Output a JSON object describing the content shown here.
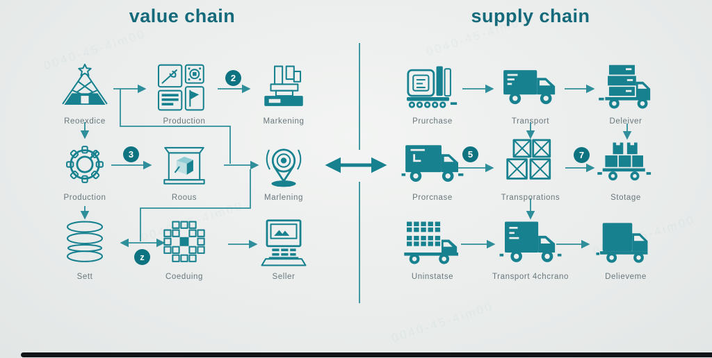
{
  "titles": {
    "left": "value chain",
    "right": "supply chain"
  },
  "labels": {
    "l1": "Reoexdice",
    "l2": "Production",
    "l3": "Markening",
    "l4": "Production",
    "l5": "Roous",
    "l6": "Marlening",
    "l7": "Sett",
    "l8": "Coeduing",
    "l9": "Seller",
    "r1": "Prurchase",
    "r2": "Transport",
    "r3": "Deleiver",
    "r4": "Prorcnase",
    "r5": "Transporations",
    "r6": "Stotage",
    "r7": "Uninstatse",
    "r8": "Transport 4chcrano",
    "r9": "Delieveme"
  },
  "badges": {
    "b1": "2",
    "b2": "3",
    "b3": "z",
    "b4": "5",
    "b5": "7"
  },
  "colors": {
    "teal": "#17818f",
    "stroke": "#2e8e9a",
    "title": "#14697a",
    "label": "#68767b",
    "badge": "#0e7380",
    "background": "#ebeeed"
  },
  "watermark": {
    "text": "0040-45-4im00"
  }
}
